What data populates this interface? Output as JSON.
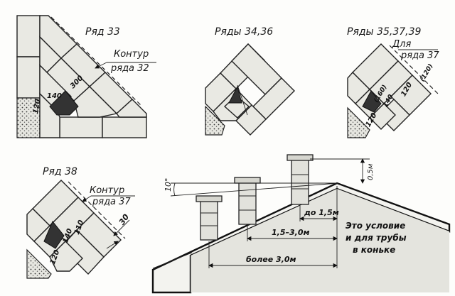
{
  "row33": {
    "title": "Ряд 33",
    "contour_line1": "Контур",
    "contour_line2": "ряда 32",
    "dim_140": "140",
    "dim_300": "300",
    "dim_120": "120"
  },
  "row34": {
    "title": "Ряды 34,36"
  },
  "row35": {
    "title": "Ряды 35,37,39",
    "for_line1": "Для",
    "for_line2": "ряда 37",
    "dim_160": "(160)",
    "dim_140": "140",
    "dim_120a": "120",
    "dim_120b": "(120)",
    "dim_120c": "120"
  },
  "row38": {
    "title": "Ряд 38",
    "contour_line1": "Контур",
    "contour_line2": "ряда 37",
    "dim_140": "140",
    "dim_110": "110",
    "dim_120": "120",
    "dim_30": "30"
  },
  "roof": {
    "angle": "10°",
    "height": "0,5м",
    "dist_1": "до 1,5м",
    "dist_2": "1,5–3,0м",
    "dist_3": "более 3,0м",
    "note_line1": "Это условие",
    "note_line2": "и для трубы",
    "note_line3": "в коньке"
  }
}
